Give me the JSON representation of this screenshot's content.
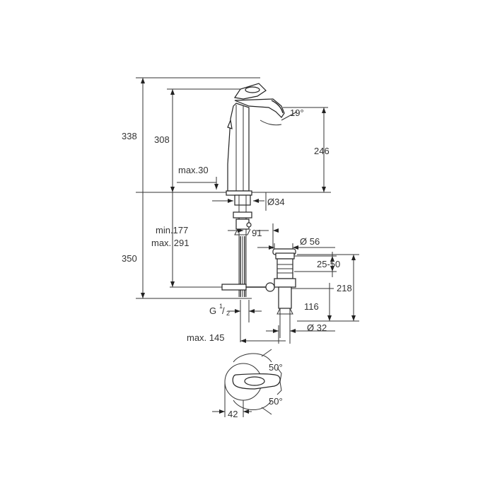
{
  "dimensions": {
    "total_height": "338",
    "body_height": "308",
    "spout_height": "246",
    "spout_angle": "19°",
    "max_deck": "max.30",
    "hole_diameter": "Ø34",
    "min_hose": "min.177",
    "max_hose": "max. 291",
    "below_deck": "350",
    "offset": "91",
    "waste_diameter": "Ø 56",
    "waste_range": "25-50",
    "waste_height": "218",
    "thread_prefix": "G",
    "thread_num": "1",
    "thread_den": "2",
    "tail_length": "116",
    "tail_diameter": "Ø 32",
    "max_reach": "max. 145",
    "lever_angle_top": "50°",
    "lever_angle_bottom": "50°",
    "base_depth": "42"
  },
  "colors": {
    "line": "#333333",
    "background": "#ffffff"
  }
}
